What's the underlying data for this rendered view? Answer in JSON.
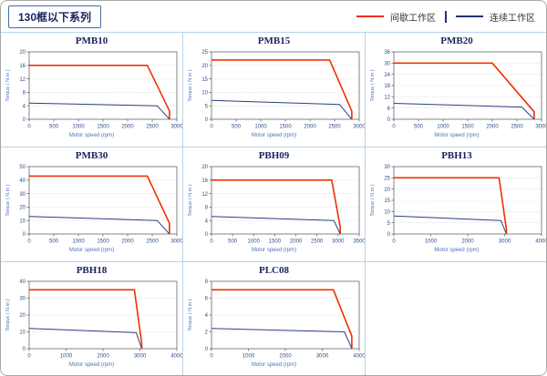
{
  "header": {
    "title": "130框以下系列",
    "legend": [
      {
        "label": "间歇工作区",
        "color": "#f03000"
      },
      {
        "label": "连续工作区",
        "color": "#22356e"
      }
    ]
  },
  "chart_data": [
    {
      "type": "line",
      "title": "PMB10",
      "xlabel": "Motor speed (rpm)",
      "ylabel": "Torque ( N.m )",
      "xlim": [
        0,
        3000
      ],
      "xticks": [
        0,
        500,
        1000,
        1500,
        2000,
        2500,
        3000
      ],
      "ylim": [
        0,
        20
      ],
      "yticks": [
        0,
        4,
        8,
        12,
        16,
        20
      ],
      "series": [
        {
          "name": "间歇工作区",
          "color": "#f03000",
          "width": 1.6,
          "points": [
            [
              0,
              16
            ],
            [
              2400,
              16
            ],
            [
              2850,
              2.5
            ],
            [
              2850,
              0
            ]
          ]
        },
        {
          "name": "连续工作区",
          "color": "#2a3f7e",
          "width": 1,
          "points": [
            [
              0,
              4.8
            ],
            [
              2600,
              4
            ],
            [
              2850,
              0
            ]
          ]
        }
      ]
    },
    {
      "type": "line",
      "title": "PMB15",
      "xlabel": "Motor speed (rpm)",
      "ylabel": "Torque ( N.m )",
      "xlim": [
        0,
        3000
      ],
      "xticks": [
        0,
        500,
        1000,
        1500,
        2000,
        2500,
        3000
      ],
      "ylim": [
        0,
        25
      ],
      "yticks": [
        0,
        5,
        10,
        15,
        20,
        25
      ],
      "series": [
        {
          "name": "间歇工作区",
          "color": "#f03000",
          "width": 1.6,
          "points": [
            [
              0,
              22
            ],
            [
              2400,
              22
            ],
            [
              2850,
              3
            ],
            [
              2850,
              0
            ]
          ]
        },
        {
          "name": "连续工作区",
          "color": "#2a3f7e",
          "width": 1,
          "points": [
            [
              0,
              7
            ],
            [
              2600,
              5.5
            ],
            [
              2850,
              0
            ]
          ]
        }
      ]
    },
    {
      "type": "line",
      "title": "PMB20",
      "xlabel": "Motor speed (rpm)",
      "ylabel": "Torque ( N.m )",
      "xlim": [
        0,
        3000
      ],
      "xticks": [
        0,
        500,
        1000,
        1500,
        2000,
        2500,
        3000
      ],
      "ylim": [
        0,
        36
      ],
      "yticks": [
        0,
        6,
        12,
        18,
        24,
        30,
        36
      ],
      "series": [
        {
          "name": "间歇工作区",
          "color": "#f03000",
          "width": 1.6,
          "points": [
            [
              0,
              30
            ],
            [
              2000,
              30
            ],
            [
              2850,
              4
            ],
            [
              2850,
              0
            ]
          ]
        },
        {
          "name": "连续工作区",
          "color": "#2a3f7e",
          "width": 1,
          "points": [
            [
              0,
              8.5
            ],
            [
              2600,
              6.5
            ],
            [
              2850,
              0
            ]
          ]
        }
      ]
    },
    {
      "type": "line",
      "title": "PMB30",
      "xlabel": "Motor speed (rpm)",
      "ylabel": "Torque ( N.m )",
      "xlim": [
        0,
        3000
      ],
      "xticks": [
        0,
        500,
        1000,
        1500,
        2000,
        2500,
        3000
      ],
      "ylim": [
        0,
        50
      ],
      "yticks": [
        0,
        10,
        20,
        30,
        40,
        50
      ],
      "series": [
        {
          "name": "间歇工作区",
          "color": "#f03000",
          "width": 1.6,
          "points": [
            [
              0,
              43
            ],
            [
              2400,
              43
            ],
            [
              2850,
              8
            ],
            [
              2850,
              0
            ]
          ]
        },
        {
          "name": "连续工作区",
          "color": "#2a3f7e",
          "width": 1,
          "points": [
            [
              0,
              13
            ],
            [
              2600,
              10
            ],
            [
              2850,
              0
            ]
          ]
        }
      ]
    },
    {
      "type": "line",
      "title": "PBH09",
      "xlabel": "Motor speed (rpm)",
      "ylabel": "Torque ( N.m )",
      "xlim": [
        0,
        3500
      ],
      "xticks": [
        0,
        500,
        1000,
        1500,
        2000,
        2500,
        3000,
        3500
      ],
      "ylim": [
        0,
        20
      ],
      "yticks": [
        0,
        4,
        8,
        12,
        16,
        20
      ],
      "series": [
        {
          "name": "间歇工作区",
          "color": "#f03000",
          "width": 1.6,
          "points": [
            [
              0,
              16
            ],
            [
              2850,
              16
            ],
            [
              3050,
              2
            ],
            [
              3050,
              0
            ]
          ]
        },
        {
          "name": "连续工作区",
          "color": "#2a3f7e",
          "width": 1,
          "points": [
            [
              0,
              5.2
            ],
            [
              2900,
              4
            ],
            [
              3050,
              0
            ]
          ]
        }
      ]
    },
    {
      "type": "line",
      "title": "PBH13",
      "xlabel": "Motor speed (rpm)",
      "ylabel": "Torque ( N.m )",
      "xlim": [
        0,
        4000
      ],
      "xticks": [
        0,
        1000,
        2000,
        3000,
        4000
      ],
      "ylim": [
        0,
        30
      ],
      "yticks": [
        0,
        5,
        10,
        15,
        20,
        25,
        30
      ],
      "series": [
        {
          "name": "间歇工作区",
          "color": "#f03000",
          "width": 1.6,
          "points": [
            [
              0,
              25
            ],
            [
              2850,
              25
            ],
            [
              3050,
              2
            ],
            [
              3050,
              0
            ]
          ]
        },
        {
          "name": "连续工作区",
          "color": "#2a3f7e",
          "width": 1,
          "points": [
            [
              0,
              8
            ],
            [
              2900,
              6
            ],
            [
              3050,
              0
            ]
          ]
        }
      ]
    },
    {
      "type": "line",
      "title": "PBH18",
      "xlabel": "Motor speed (rpm)",
      "ylabel": "Torque ( N.m )",
      "xlim": [
        0,
        4000
      ],
      "xticks": [
        0,
        1000,
        2000,
        3000,
        4000
      ],
      "ylim": [
        0,
        40
      ],
      "yticks": [
        0,
        10,
        20,
        30,
        40
      ],
      "series": [
        {
          "name": "间歇工作区",
          "color": "#f03000",
          "width": 1.6,
          "points": [
            [
              0,
              35
            ],
            [
              2850,
              35
            ],
            [
              3050,
              3
            ],
            [
              3050,
              0
            ]
          ]
        },
        {
          "name": "连续工作区",
          "color": "#2a3f7e",
          "width": 1,
          "points": [
            [
              0,
              12
            ],
            [
              2900,
              9.5
            ],
            [
              3050,
              0
            ]
          ]
        }
      ]
    },
    {
      "type": "line",
      "title": "PLC08",
      "xlabel": "Motor speed (rpm)",
      "ylabel": "Torque ( N.m )",
      "xlim": [
        0,
        4000
      ],
      "xticks": [
        0,
        1000,
        2000,
        3000,
        4000
      ],
      "ylim": [
        0,
        8
      ],
      "yticks": [
        0,
        2,
        4,
        6,
        8
      ],
      "series": [
        {
          "name": "间歇工作区",
          "color": "#f03000",
          "width": 1.6,
          "points": [
            [
              0,
              7
            ],
            [
              3300,
              7
            ],
            [
              3800,
              1.5
            ],
            [
              3800,
              0
            ]
          ]
        },
        {
          "name": "连续工作区",
          "color": "#2a3f7e",
          "width": 1,
          "points": [
            [
              0,
              2.4
            ],
            [
              3600,
              2
            ],
            [
              3800,
              0
            ]
          ]
        }
      ]
    }
  ]
}
